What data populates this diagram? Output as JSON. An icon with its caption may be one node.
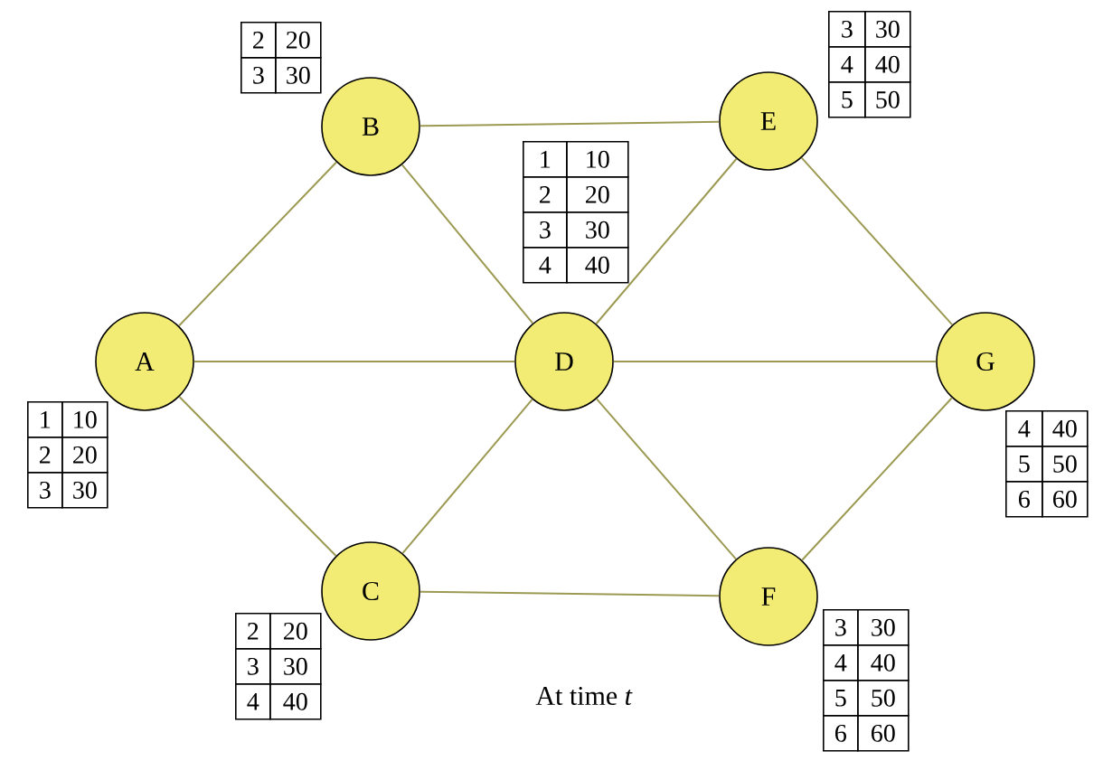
{
  "diagram": {
    "caption": "At time *t*",
    "nodes": [
      {
        "text": [
          "A"
        ],
        "beside": [
          "1",
          "10",
          "2",
          "20",
          "3",
          "30"
        ]
      },
      {
        "text": [
          "B"
        ],
        "beside": [
          "2",
          "20",
          "3",
          "30"
        ]
      },
      {
        "text": [
          "C"
        ],
        "beside": [
          "2",
          "20",
          "3",
          "30",
          "4",
          "40"
        ]
      },
      {
        "text": [
          "D"
        ],
        "beside": [
          "1",
          "10",
          "2",
          "20",
          "3",
          "30",
          "4",
          "40"
        ]
      },
      {
        "text": [
          "E"
        ],
        "beside": [
          "3",
          "30",
          "4",
          "40",
          "5",
          "50"
        ]
      },
      {
        "text": [
          "F"
        ],
        "beside": [
          "3",
          "30",
          "4",
          "40",
          "5",
          "50",
          "6",
          "60"
        ]
      },
      {
        "text": [
          "G"
        ],
        "beside": [
          "4",
          "40",
          "5",
          "50",
          "6",
          "60"
        ]
      }
    ],
    "edges": [
      {
        "from": 0,
        "to": 1,
        "arrow": "none"
      },
      {
        "from": 0,
        "to": 2,
        "arrow": "none"
      },
      {
        "from": 0,
        "to": 3,
        "arrow": "none"
      },
      {
        "from": 1,
        "to": 3,
        "arrow": "none"
      },
      {
        "from": 1,
        "to": 4,
        "arrow": "none"
      },
      {
        "from": 2,
        "to": 3,
        "arrow": "none"
      },
      {
        "from": 2,
        "to": 5,
        "arrow": "none"
      },
      {
        "from": 3,
        "to": 4,
        "arrow": "none"
      },
      {
        "from": 3,
        "to": 5,
        "arrow": "none"
      },
      {
        "from": 3,
        "to": 6,
        "arrow": "none"
      },
      {
        "from": 4,
        "to": 6,
        "arrow": "none"
      },
      {
        "from": 5,
        "to": 6,
        "arrow": "none"
      }
    ]
  }
}
